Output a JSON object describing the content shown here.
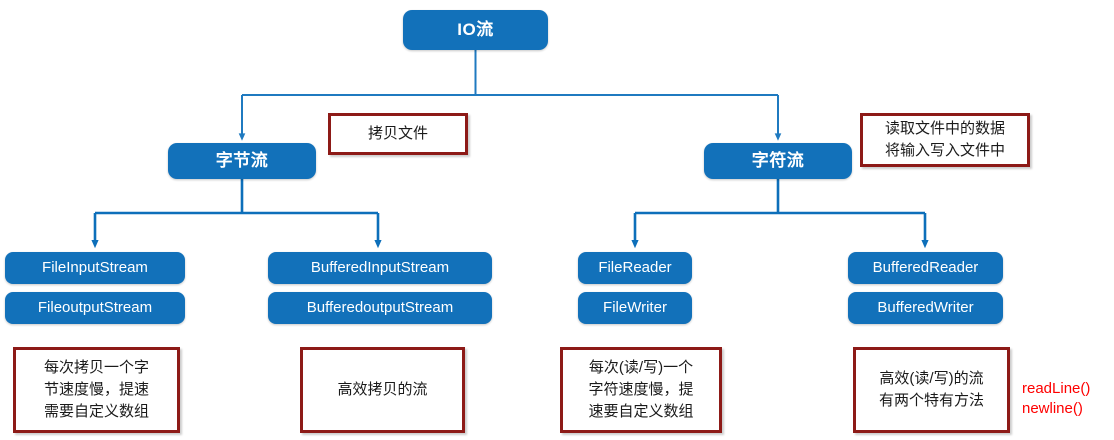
{
  "diagram": {
    "title": "IO流",
    "root": {
      "label": "IO流"
    },
    "level2": [
      {
        "label": "字节流"
      },
      {
        "label": "字符流"
      }
    ],
    "leaf_groups": [
      {
        "items": [
          {
            "label": "FileInputStream"
          },
          {
            "label": "FileoutputStream"
          }
        ]
      },
      {
        "items": [
          {
            "label": "BufferedInputStream"
          },
          {
            "label": "BufferedoutputStream"
          }
        ]
      },
      {
        "items": [
          {
            "label": "FileReader"
          },
          {
            "label": "FileWriter"
          }
        ]
      },
      {
        "items": [
          {
            "label": "BufferedReader"
          },
          {
            "label": "BufferedWriter"
          }
        ]
      }
    ],
    "notes": [
      {
        "lines": [
          "拷贝文件"
        ]
      },
      {
        "lines": [
          "读取文件中的数据",
          "将输入写入文件中"
        ]
      },
      {
        "lines": [
          "每次拷贝一个字",
          "节速度慢，提速",
          "需要自定义数组"
        ]
      },
      {
        "lines": [
          "高效拷贝的流"
        ]
      },
      {
        "lines": [
          "每次(读/写)一个",
          "字符速度慢，提",
          "速要自定义数组"
        ]
      },
      {
        "lines": [
          "高效(读/写)的流",
          "有两个特有方法"
        ]
      }
    ],
    "red_text": {
      "lines": [
        "readLine()",
        "newline()"
      ]
    },
    "colors": {
      "node_blue": "#1271ba",
      "edge_blue": "#1f7ac0",
      "note_border_red": "#8d1a17",
      "red_text": "#fe0000",
      "background": "#ffffff",
      "node_text": "#ffffff"
    }
  }
}
